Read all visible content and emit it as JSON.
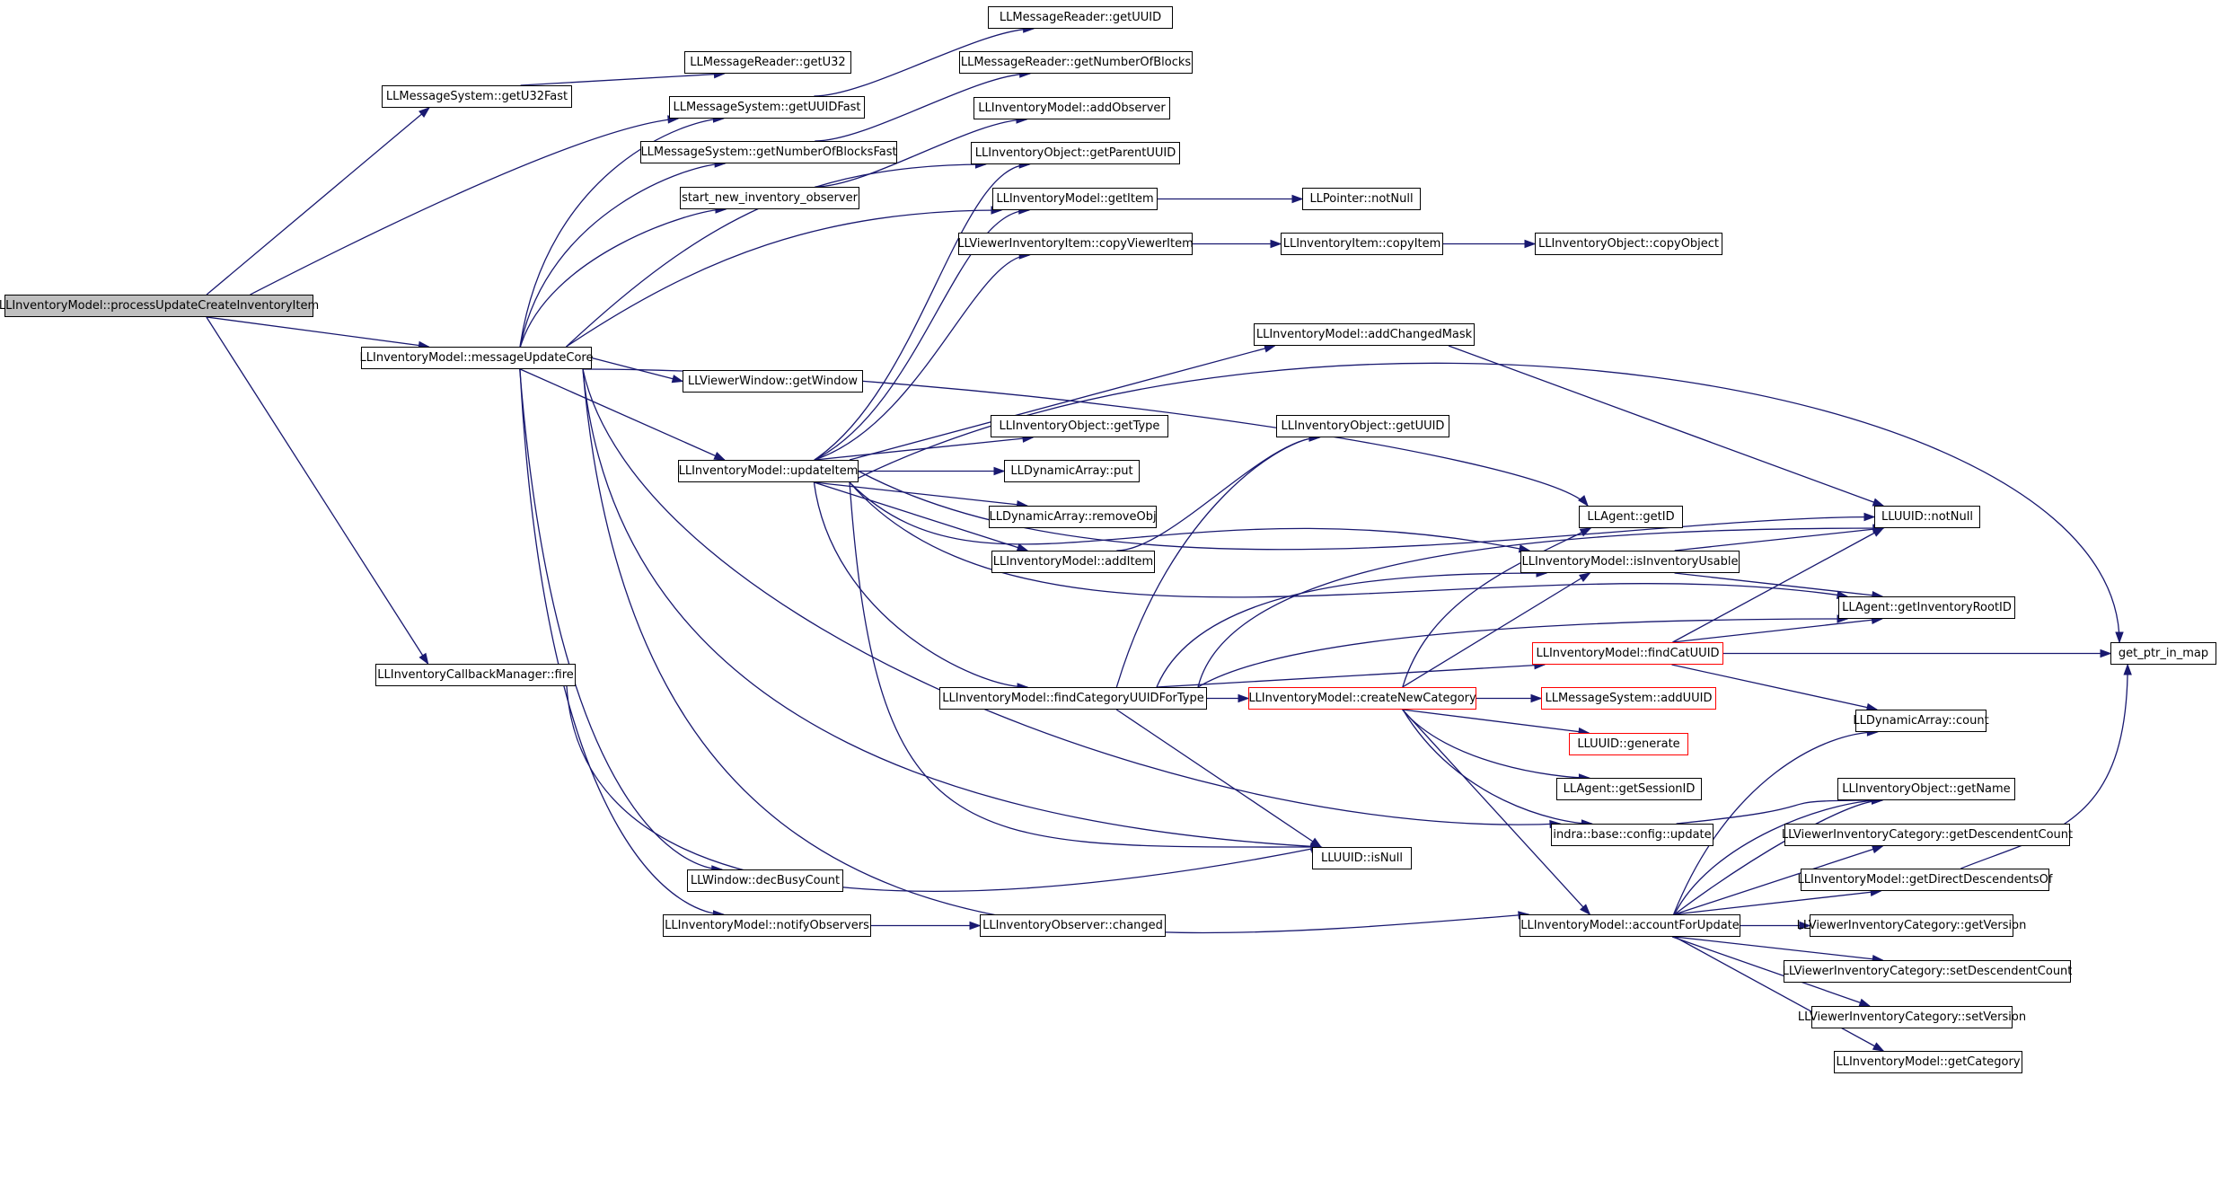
{
  "title": "LLInventoryModel::processUpdateCreateInventoryItem",
  "colors": {
    "edge": "#191970",
    "root_fill": "#bfbfbf",
    "node_border": "#000000",
    "truncated_border": "#ff0000"
  },
  "nodes": [
    {
      "id": "pucii",
      "label": "LLInventoryModel::processUpdateCreateInventoryItem",
      "kind": "root"
    },
    {
      "id": "getU32Fast",
      "label": "LLMessageSystem::getU32Fast"
    },
    {
      "id": "getU32",
      "label": "LLMessageReader::getU32"
    },
    {
      "id": "getUUIDFast",
      "label": "LLMessageSystem::getUUIDFast"
    },
    {
      "id": "getUUID",
      "label": "LLMessageReader::getUUID"
    },
    {
      "id": "getNumBlocksFast",
      "label": "LLMessageSystem::getNumberOfBlocksFast"
    },
    {
      "id": "getNumBlocks",
      "label": "LLMessageReader::getNumberOfBlocks"
    },
    {
      "id": "startObserver",
      "label": "start_new_inventory_observer"
    },
    {
      "id": "addObserver",
      "label": "LLInventoryModel::addObserver"
    },
    {
      "id": "getParentUUID",
      "label": "LLInventoryObject::getParentUUID"
    },
    {
      "id": "getItem",
      "label": "LLInventoryModel::getItem"
    },
    {
      "id": "notNullPtr",
      "label": "LLPointer::notNull"
    },
    {
      "id": "copyViewerItem",
      "label": "LLViewerInventoryItem::copyViewerItem"
    },
    {
      "id": "copyItem",
      "label": "LLInventoryItem::copyItem"
    },
    {
      "id": "copyObject",
      "label": "LLInventoryObject::copyObject"
    },
    {
      "id": "messageUpdateCore",
      "label": "LLInventoryModel::messageUpdateCore"
    },
    {
      "id": "getWindow",
      "label": "LLViewerWindow::getWindow"
    },
    {
      "id": "addChangedMask",
      "label": "LLInventoryModel::addChangedMask"
    },
    {
      "id": "getType",
      "label": "LLInventoryObject::getType"
    },
    {
      "id": "getUUIDobj",
      "label": "LLInventoryObject::getUUID"
    },
    {
      "id": "updateItem",
      "label": "LLInventoryModel::updateItem"
    },
    {
      "id": "put",
      "label": "LLDynamicArray::put"
    },
    {
      "id": "removeObj",
      "label": "LLDynamicArray::removeObj"
    },
    {
      "id": "addItem",
      "label": "LLInventoryModel::addItem"
    },
    {
      "id": "getID",
      "label": "LLAgent::getID"
    },
    {
      "id": "notNullUUID",
      "label": "LLUUID::notNull"
    },
    {
      "id": "isInvUsable",
      "label": "LLInventoryModel::isInventoryUsable"
    },
    {
      "id": "getInvRootID",
      "label": "LLAgent::getInventoryRootID"
    },
    {
      "id": "findCatUUID",
      "label": "LLInventoryModel::findCatUUID",
      "kind": "truncated"
    },
    {
      "id": "getPtrInMap",
      "label": "get_ptr_in_map"
    },
    {
      "id": "findCatForType",
      "label": "LLInventoryModel::findCategoryUUIDForType"
    },
    {
      "id": "createNewCat",
      "label": "LLInventoryModel::createNewCategory",
      "kind": "truncated"
    },
    {
      "id": "addUUID",
      "label": "LLMessageSystem::addUUID",
      "kind": "truncated"
    },
    {
      "id": "generate",
      "label": "LLUUID::generate",
      "kind": "truncated"
    },
    {
      "id": "count",
      "label": "LLDynamicArray::count"
    },
    {
      "id": "getSessionID",
      "label": "LLAgent::getSessionID"
    },
    {
      "id": "getName",
      "label": "LLInventoryObject::getName"
    },
    {
      "id": "configUpdate",
      "label": "indra::base::config::update"
    },
    {
      "id": "getDescCount",
      "label": "LLViewerInventoryCategory::getDescendentCount"
    },
    {
      "id": "isNull",
      "label": "LLUUID::isNull"
    },
    {
      "id": "getDirectDesc",
      "label": "LLInventoryModel::getDirectDescendentsOf"
    },
    {
      "id": "cbFire",
      "label": "LLInventoryCallbackManager::fire"
    },
    {
      "id": "decBusy",
      "label": "LLWindow::decBusyCount"
    },
    {
      "id": "accountForUpdate",
      "label": "LLInventoryModel::accountForUpdate"
    },
    {
      "id": "getVersion",
      "label": "LLViewerInventoryCategory::getVersion"
    },
    {
      "id": "notifyObservers",
      "label": "LLInventoryModel::notifyObservers"
    },
    {
      "id": "changed",
      "label": "LLInventoryObserver::changed"
    },
    {
      "id": "setDescCount",
      "label": "LLViewerInventoryCategory::setDescendentCount"
    },
    {
      "id": "setVersion",
      "label": "LLViewerInventoryCategory::setVersion"
    },
    {
      "id": "getCategory",
      "label": "LLInventoryModel::getCategory"
    }
  ]
}
